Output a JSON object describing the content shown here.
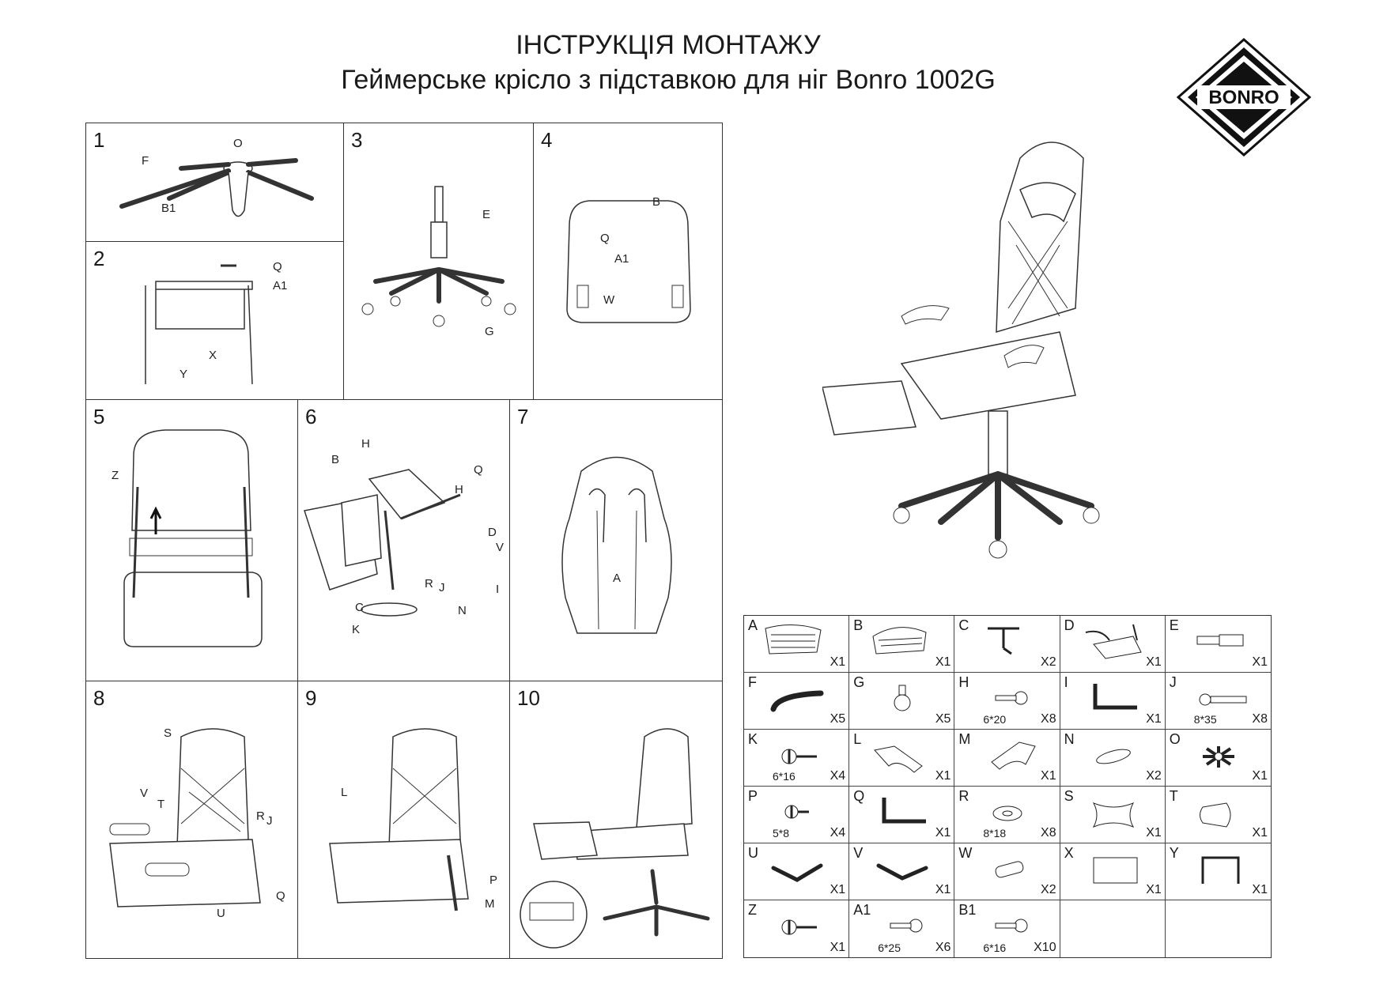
{
  "header": {
    "title": "ІНСТРУКЦІЯ МОНТАЖУ",
    "subtitle": "Геймерське крісло з підставкою для ніг Bonro 1002G"
  },
  "logo": {
    "text": "BONRO",
    "icon": "diamond-logo-icon"
  },
  "steps": [
    {
      "number": "1",
      "labels": [
        "O",
        "F",
        "B1"
      ]
    },
    {
      "number": "2",
      "labels": [
        "Q",
        "A1",
        "X",
        "Y"
      ]
    },
    {
      "number": "3",
      "labels": [
        "E",
        "G"
      ]
    },
    {
      "number": "4",
      "labels": [
        "B",
        "Q",
        "A1",
        "W"
      ]
    },
    {
      "number": "5",
      "labels": [
        "Z"
      ]
    },
    {
      "number": "6",
      "labels": [
        "H",
        "B",
        "Q",
        "H",
        "D",
        "V",
        "R",
        "J",
        "I",
        "C",
        "K",
        "N"
      ]
    },
    {
      "number": "7",
      "labels": [
        "A"
      ]
    },
    {
      "number": "8",
      "labels": [
        "S",
        "V",
        "T",
        "R",
        "J",
        "Q",
        "U"
      ]
    },
    {
      "number": "9",
      "labels": [
        "L",
        "P",
        "M"
      ]
    },
    {
      "number": "10",
      "labels": []
    }
  ],
  "parts": [
    {
      "letter": "A",
      "qty": "X1",
      "size": "",
      "icon": "backrest-icon"
    },
    {
      "letter": "B",
      "qty": "X1",
      "size": "",
      "icon": "seat-icon"
    },
    {
      "letter": "C",
      "qty": "X2",
      "size": "",
      "icon": "armrest-bracket-icon"
    },
    {
      "letter": "D",
      "qty": "X1",
      "size": "",
      "icon": "tilt-mechanism-icon"
    },
    {
      "letter": "E",
      "qty": "X1",
      "size": "",
      "icon": "gas-lift-icon"
    },
    {
      "letter": "F",
      "qty": "X5",
      "size": "",
      "icon": "base-leg-icon"
    },
    {
      "letter": "G",
      "qty": "X5",
      "size": "",
      "icon": "caster-icon"
    },
    {
      "letter": "H",
      "qty": "X8",
      "size": "6*20",
      "icon": "bolt-icon"
    },
    {
      "letter": "I",
      "qty": "X1",
      "size": "",
      "icon": "hex-key-icon"
    },
    {
      "letter": "J",
      "qty": "X8",
      "size": "8*35",
      "icon": "long-bolt-icon"
    },
    {
      "letter": "K",
      "qty": "X4",
      "size": "6*16",
      "icon": "screw-icon"
    },
    {
      "letter": "L",
      "qty": "X1",
      "size": "",
      "icon": "left-bracket-icon"
    },
    {
      "letter": "M",
      "qty": "X1",
      "size": "",
      "icon": "right-bracket-icon"
    },
    {
      "letter": "N",
      "qty": "X2",
      "size": "",
      "icon": "armrest-pad-icon"
    },
    {
      "letter": "O",
      "qty": "X1",
      "size": "",
      "icon": "base-hub-icon"
    },
    {
      "letter": "P",
      "qty": "X4",
      "size": "5*8",
      "icon": "small-screw-icon"
    },
    {
      "letter": "Q",
      "qty": "X1",
      "size": "",
      "icon": "hex-key-icon"
    },
    {
      "letter": "R",
      "qty": "X8",
      "size": "8*18",
      "icon": "washer-icon"
    },
    {
      "letter": "S",
      "qty": "X1",
      "size": "",
      "icon": "head-pillow-icon"
    },
    {
      "letter": "T",
      "qty": "X1",
      "size": "",
      "icon": "lumbar-pillow-icon"
    },
    {
      "letter": "U",
      "qty": "X1",
      "size": "",
      "icon": "hinge-left-icon"
    },
    {
      "letter": "V",
      "qty": "X1",
      "size": "",
      "icon": "hinge-right-icon"
    },
    {
      "letter": "W",
      "qty": "X2",
      "size": "",
      "icon": "sleeve-icon"
    },
    {
      "letter": "X",
      "qty": "X1",
      "size": "",
      "icon": "footrest-plate-icon"
    },
    {
      "letter": "Y",
      "qty": "X1",
      "size": "",
      "icon": "footrest-frame-icon"
    },
    {
      "letter": "Z",
      "qty": "X1",
      "size": "",
      "icon": "screw-icon"
    },
    {
      "letter": "A1",
      "qty": "X6",
      "size": "6*25",
      "icon": "bolt-icon"
    },
    {
      "letter": "B1",
      "qty": "X10",
      "size": "6*16",
      "icon": "bolt-icon"
    },
    {
      "letter": "",
      "qty": "",
      "size": "",
      "icon": ""
    },
    {
      "letter": "",
      "qty": "",
      "size": "",
      "icon": ""
    }
  ]
}
